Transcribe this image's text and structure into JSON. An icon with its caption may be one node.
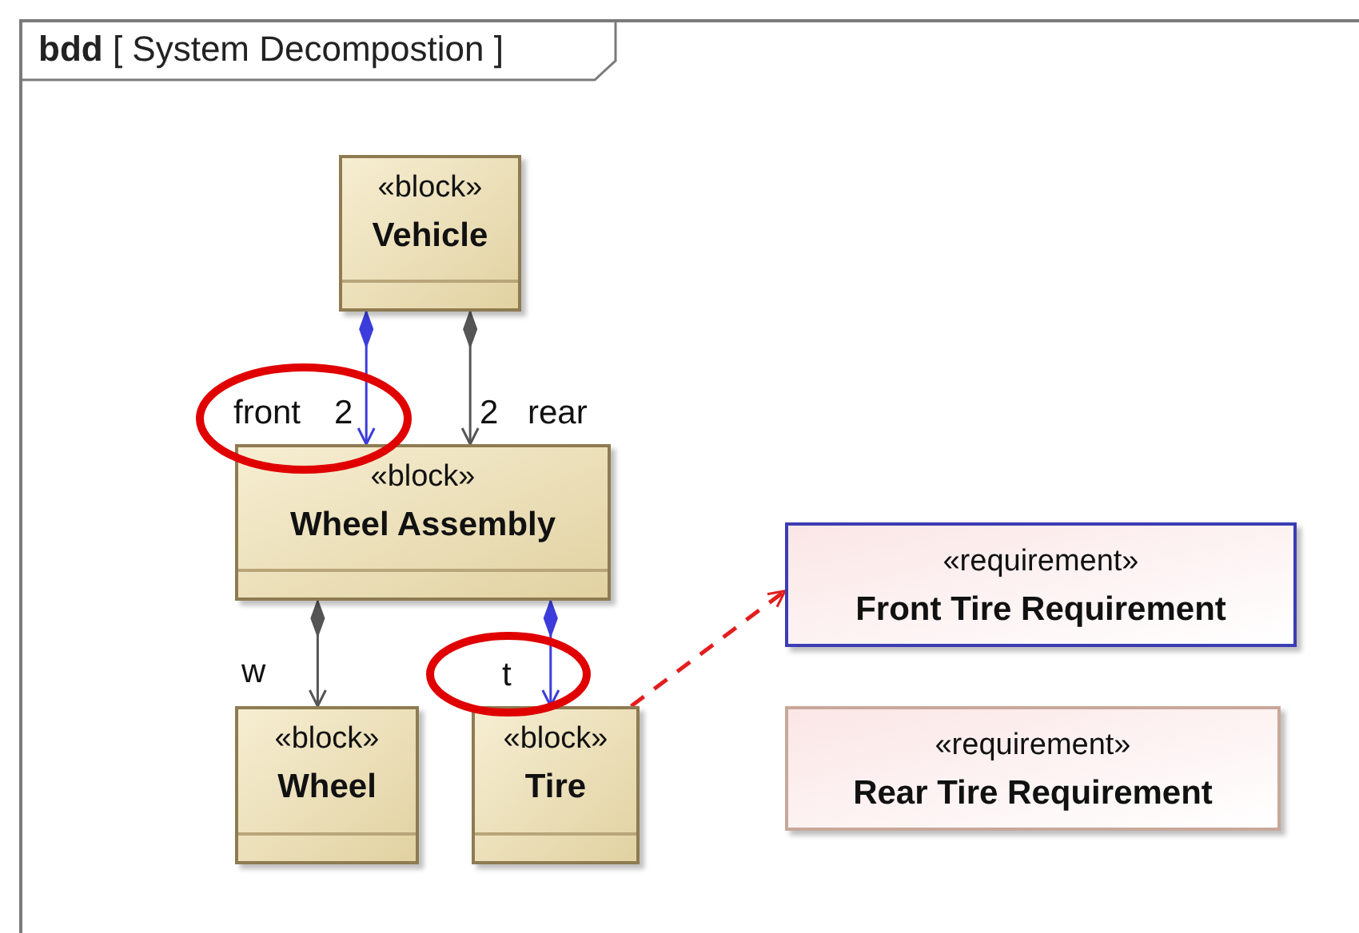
{
  "diagram": {
    "title": "**bdd** [ System Decompostion ]",
    "nodes": [
      {
        "text": [
          "«block»",
          "Vehicle"
        ]
      },
      {
        "text": [
          "«block»",
          "Wheel Assembly"
        ]
      },
      {
        "text": [
          "«block»",
          "Wheel"
        ]
      },
      {
        "text": [
          "«block»",
          "Tire"
        ]
      },
      {
        "text": [
          "«requirement»",
          "Front Tire Requirement"
        ]
      },
      {
        "text": [
          "«requirement»",
          "Rear Tire Requirement"
        ]
      }
    ],
    "edges": [
      {
        "from": 0,
        "to": 1,
        "arrow": "to",
        "color": "#3c3cdc"
      },
      {
        "from": 0,
        "to": 1,
        "arrow": "to",
        "color": "#555555"
      },
      {
        "from": 1,
        "to": 2,
        "arrow": "to",
        "color": "#555555"
      },
      {
        "from": 1,
        "to": 3,
        "arrow": "to",
        "color": "#3c3cdc"
      },
      {
        "from": 3,
        "to": 4,
        "arrow": "to",
        "style": "dashed",
        "color": "#e31e1e"
      }
    ],
    "labels": [
      "front",
      "2",
      "2",
      "rear",
      "w",
      "t"
    ]
  }
}
